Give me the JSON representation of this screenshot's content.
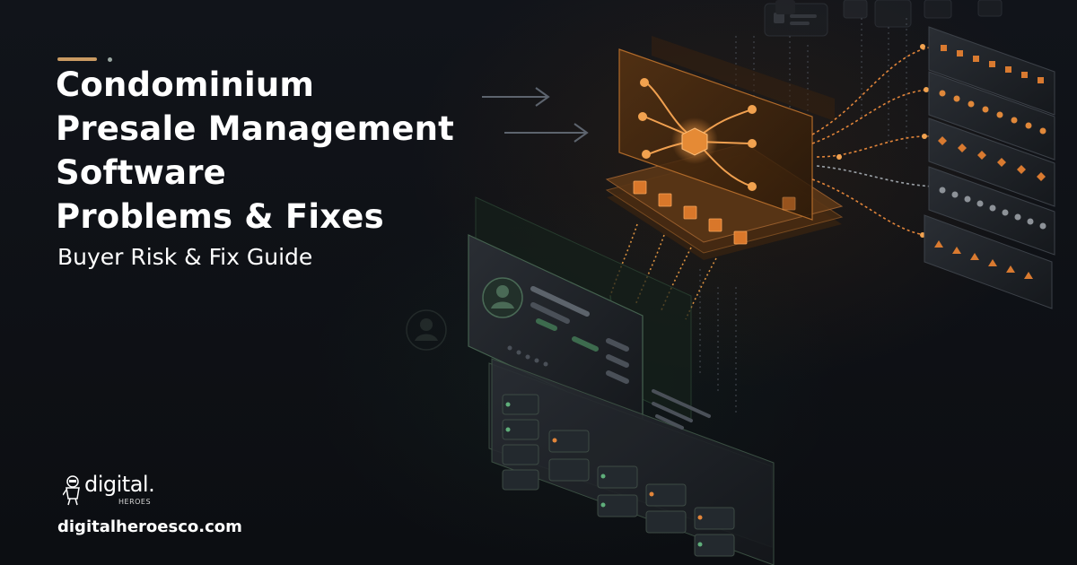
{
  "headline": {
    "lines": [
      "Condominium",
      "Presale Management",
      "Software",
      "Problems & Fixes"
    ]
  },
  "subtitle": "Buyer Risk & Fix Guide",
  "brand": {
    "logo_word": "digital.",
    "logo_sub": "HEROES",
    "website": "digitalheroesco.com"
  },
  "colors": {
    "accent_orange": "#e2853a",
    "accent_green": "#5fae7a",
    "text": "#ffffff",
    "background": "#0d0f13"
  },
  "icons": [
    "arrow-right-icon",
    "avatar-icon",
    "mascot-icon",
    "network-hub-icon"
  ]
}
